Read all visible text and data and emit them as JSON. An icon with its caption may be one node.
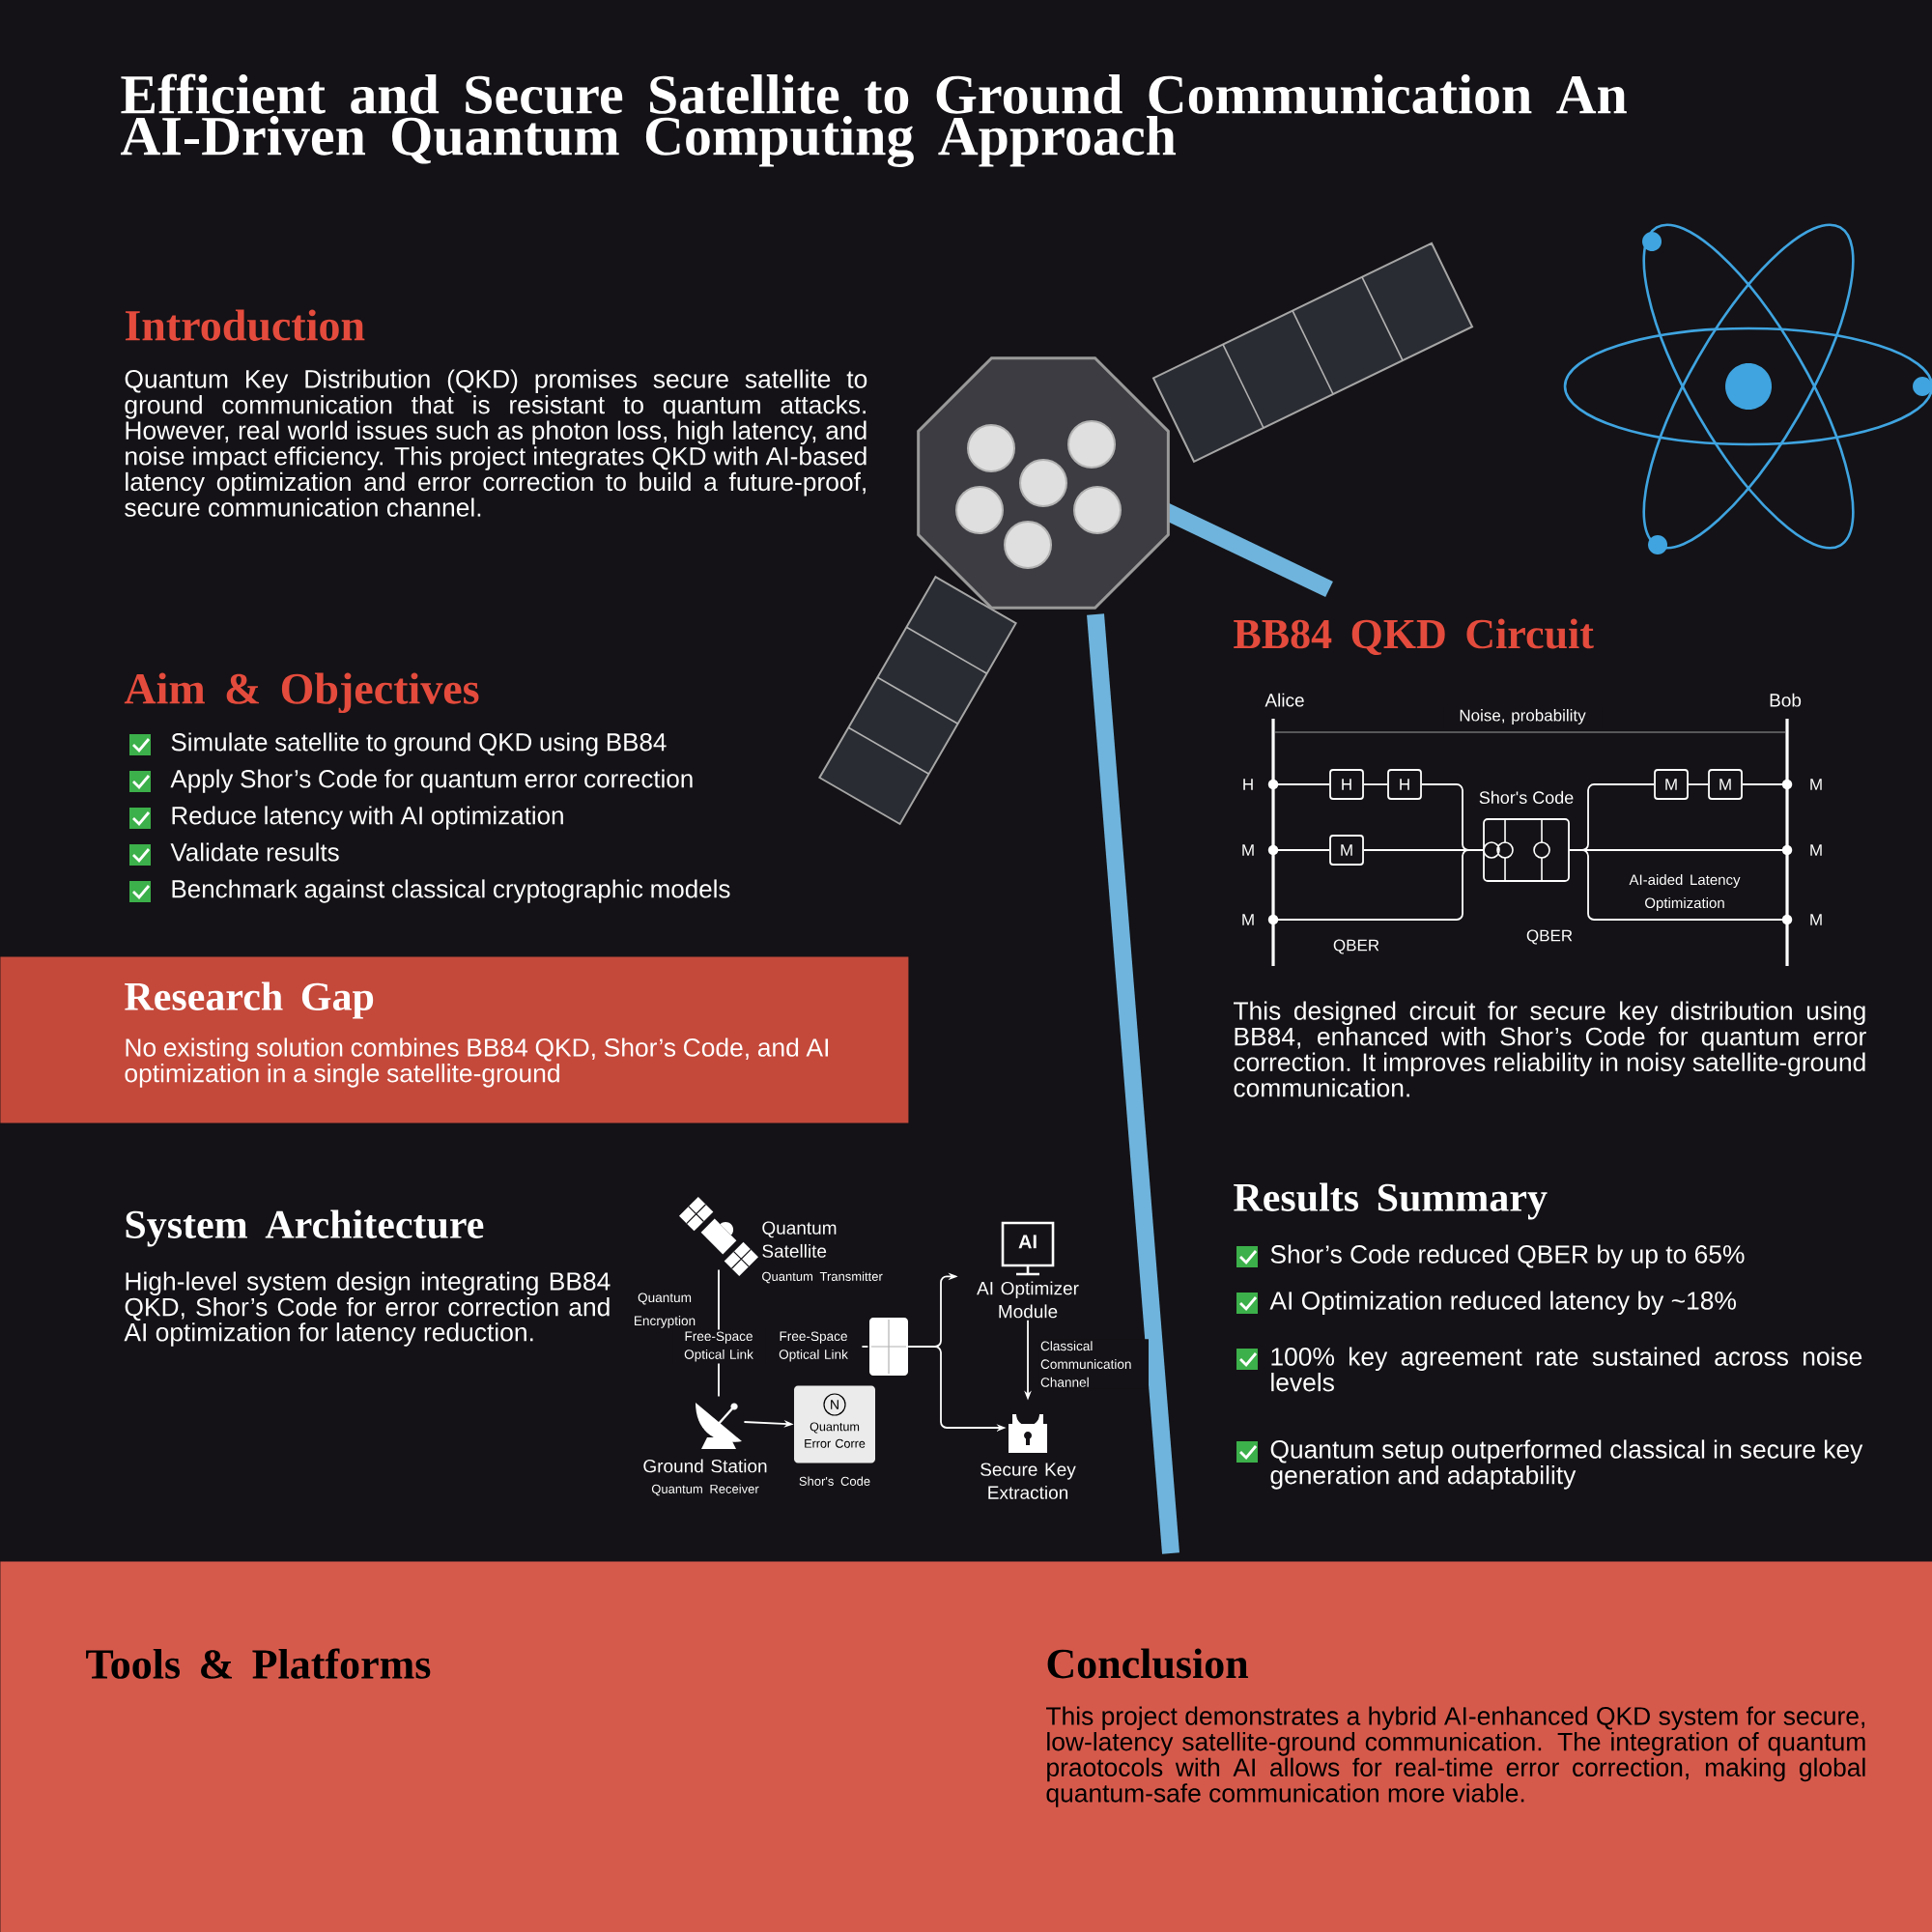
{
  "diagram": {
    "title": "Efficient and Secure Satellite to Ground Communication An AI-Driven Quantum Computing Approach",
    "nodes": [
      {
        "text": [
          "Research Gap",
          "No existing solution combines BB84 QKD, Shor’s Code, and AI optimization in a single satellite-ground"
        ]
      },
      {
        "text": [
          "H"
        ]
      },
      {
        "text": [
          "H"
        ]
      },
      {
        "text": [
          "M"
        ]
      },
      {
        "text": [
          "Shor's Code"
        ]
      },
      {
        "text": [
          "M"
        ]
      },
      {
        "text": [
          "M"
        ]
      },
      {
        "text": [],
        "shape": "picture",
        "beside": [
          "Quantum Satellite",
          "Quantum Transmitter"
        ]
      },
      {
        "text": [],
        "shape": "picture",
        "beside": [
          "Ground Station",
          "Quantum Receiver"
        ]
      },
      {
        "text": [
          "Free-Space Optical Link"
        ]
      },
      {
        "text": [
          "N",
          "Quantum Error Corre"
        ],
        "beside": [
          "Shor's Code"
        ]
      },
      {
        "text": [],
        "shape": "box"
      },
      {
        "text": [
          "AI",
          "AI Optimizer Module"
        ]
      },
      {
        "text": [],
        "shape": "picture",
        "beside": [
          "Secure Key Extraction"
        ]
      },
      {
        "text": [
          "Tools & Platforms",
          "Conclusion",
          "This project demonstrates a hybrid AI-enhanced QKD system for secure, low-latency satellite-ground communication. The integration of quantum praotocols with AI allows for real-time error correction, making global quantum-safe communication more viable."
        ]
      },
      {
        "text": [],
        "shape": "bar",
        "beside": [
          "Alice",
          "H",
          "M",
          "M"
        ]
      },
      {
        "text": [],
        "shape": "bar",
        "beside": [
          "Bob",
          "M",
          "M",
          "M"
        ]
      }
    ],
    "edges": [
      {
        "from": 1,
        "to": 2,
        "arrow": "none"
      },
      {
        "from": 2,
        "to": 4,
        "arrow": "none"
      },
      {
        "from": 3,
        "to": 4,
        "arrow": "none"
      },
      {
        "from": 4,
        "to": 5,
        "arrow": "none"
      },
      {
        "from": 5,
        "to": 6,
        "arrow": "none"
      },
      {
        "from": 7,
        "to": 8,
        "arrow": "none",
        "label": "Free-Space Optical Link"
      },
      {
        "from": 8,
        "to": 10,
        "arrow": "to"
      },
      {
        "from": 9,
        "to": 11,
        "arrow": "none",
        "style": "dashed"
      },
      {
        "from": 11,
        "to": 12,
        "arrow": "to"
      },
      {
        "from": 11,
        "to": 13,
        "arrow": "to"
      },
      {
        "from": 12,
        "to": 13,
        "arrow": "to",
        "label": "Classical Communication Channel"
      },
      {
        "from": 15,
        "to": 1,
        "arrow": "none"
      },
      {
        "from": 15,
        "to": 3,
        "arrow": "none"
      },
      {
        "from": 15,
        "to": 4,
        "arrow": "none"
      },
      {
        "from": 6,
        "to": 16,
        "arrow": "none"
      },
      {
        "from": 4,
        "to": 16,
        "arrow": "none"
      },
      {
        "from": 4,
        "to": 16,
        "arrow": "none"
      },
      {
        "from": 15,
        "to": 16,
        "arrow": "none",
        "label": "Noise, probability",
        "color": "#999999"
      }
    ],
    "labels": [
      "Introduction",
      "Quantum Key Distribution (QKD) promises secure satellite to ground communication that is resistant to quantum attacks. However, real world issues such as photon loss, high latency, and noise impact efficiency. This project integrates QKD with AI-based latency optimization and error correction to build a future-proof, secure communication channel.",
      "Aim & Objectives",
      "Simulate satellite to ground QKD using BB84",
      "Apply Shor’s Code for quantum error correction",
      "Reduce latency with AI optimization",
      "Validate results",
      "Benchmark against classical cryptographic models",
      "BB84 QKD Circuit",
      "AI-aided Latency Optimization",
      "QBER",
      "QBER",
      "This designed circuit for secure key distribution using BB84, enhanced with Shor’s Code for quantum error correction. It improves reliability in noisy satellite-ground communication.",
      "System Architecture",
      "High-level system design integrating BB84 QKD, Shor’s Code for error correction and AI optimization for latency reduction.",
      "Quantum Encryption",
      "Results Summary",
      "Shor’s Code reduced QBER by up to 65%",
      "AI Optimization reduced latency by ~18%",
      "100% key agreement rate sustained across noise levels",
      "Quantum setup outperformed classical in secure key generation and adaptability"
    ]
  }
}
